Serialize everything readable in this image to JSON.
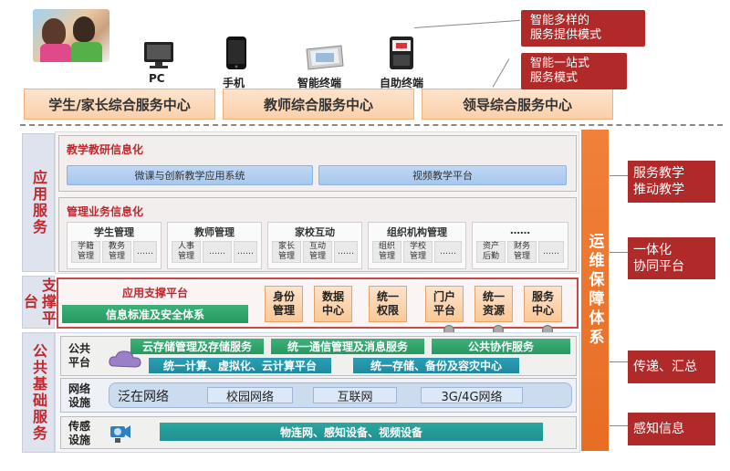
{
  "devices": [
    {
      "label": "PC",
      "icon": "pc-icon"
    },
    {
      "label": "手机",
      "icon": "phone-icon"
    },
    {
      "label": "智能终端",
      "icon": "tablet-icon"
    },
    {
      "label": "自助终端",
      "icon": "kiosk-icon"
    }
  ],
  "top_boxes": [
    "学生/家长综合服务中心",
    "教师综合服务中心",
    "领导综合服务中心"
  ],
  "top_callouts": [
    "智能多样的\n服务提供模式",
    "智能一站式\n服务模式"
  ],
  "left_bands": [
    "应用服务",
    "支撑平台",
    "公共基础服务"
  ],
  "app": {
    "teaching_title": "教学教研信息化",
    "teaching_pills": [
      "微课与创新教学应用系统",
      "视频教学平台"
    ],
    "mgmt_title": "管理业务信息化",
    "mgmt_cards": [
      {
        "title": "学生管理",
        "items": [
          "学籍\n管理",
          "教务\n管理",
          "……"
        ]
      },
      {
        "title": "教师管理",
        "items": [
          "人事\n管理",
          "……",
          "……"
        ]
      },
      {
        "title": "家校互动",
        "items": [
          "家长\n管理",
          "互动\n管理",
          "……"
        ]
      },
      {
        "title": "组织机构管理",
        "items": [
          "组织\n管理",
          "学校\n管理",
          "……"
        ]
      },
      {
        "title": "……",
        "items": [
          "资产\n后勤",
          "财务\n管理",
          "……"
        ]
      }
    ]
  },
  "support": {
    "title": "应用支撑平台",
    "standard": "信息标准及安全体系",
    "tiles": [
      "身份\n管理",
      "数据\n中心",
      "统一\n权限",
      "门户\n平台",
      "统一\n资源",
      "服务\n中心"
    ]
  },
  "infra": {
    "public_label": "公共\n平台",
    "network_label": "网络\n设施",
    "sensor_label": "传感\n设施",
    "row1": [
      "云存储管理及存储服务",
      "统一通信管理及消息服务",
      "公共协作服务"
    ],
    "row2": [
      "统一计算、虚拟化、云计算平台",
      "统一存储、备份及容灾中心"
    ],
    "networks": [
      "泛在网络",
      "校园网络",
      "互联网",
      "3G/4G网络"
    ],
    "sensor_bar": "物连网、感知设备、视频设备"
  },
  "ops_bar": "运维保障体系",
  "right_callouts": [
    "服务教学\n推动教学",
    "一体化\n协同平台",
    "传递、汇总",
    "感知信息"
  ],
  "colors": {
    "accent_red": "#b02a2a",
    "orange": "#e86d24",
    "green": "#259a5f",
    "teal": "#1f8aa0"
  }
}
